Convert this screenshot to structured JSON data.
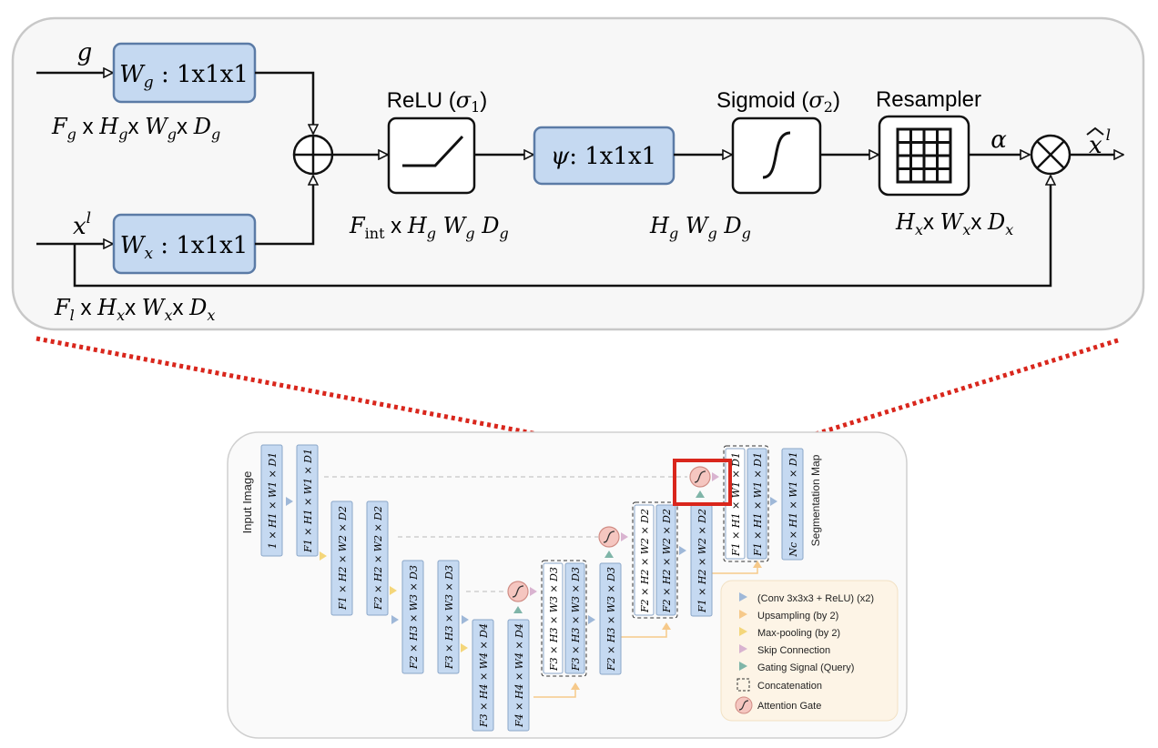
{
  "top": {
    "wg_box": "W_g : 1x1x1",
    "wx_box": "W_x : 1x1x1",
    "psi_box": "ψ: 1x1x1",
    "g_label": "g",
    "xl_label": "x^l",
    "fg_dims": "F_g x H_g x W_g x D_g",
    "fl_dims": "F_l x H_x x W_x x D_x",
    "relu_label": "ReLU (σ1)",
    "sigmoid_label": "Sigmoid (σ2)",
    "resampler_label": "Resampler",
    "fint_dims": "F_int x H_g W_g D_g",
    "hg_dims": "H_g W_g D_g",
    "hx_dims": "H_x x W_x x D_x",
    "alpha_label": "α",
    "out_label": "x̂^l"
  },
  "bottom": {
    "input_image": "Input Image",
    "segmentation_map": "Segmentation Map",
    "blocks": [
      "1 × H1 × W1 × D1",
      "F1 × H1 × W1 × D1",
      "F1 × H2 × W2 × D2",
      "F2 × H2 × W2 × D2",
      "F2 × H3 × W3 × D3",
      "F3 × H3 × W3 × D3",
      "F3 × H4 × W4 × D4",
      "F4 × H4 × W4 × D4",
      "F3 × H3 × W3 × D3",
      "F3 × H3 × W3 × D3",
      "F2 × H3 × W3 × D3",
      "F2 × H2 × W2 × D2",
      "F2 × H2 × W2 × D2",
      "F1 × H2 × W2 × D2",
      "F1 × H1 × W1 × D1",
      "F1 × H1 × W1 × D1",
      "Nc × H1 × W1 × D1"
    ],
    "legend": {
      "conv": "(Conv 3x3x3 + ReLU) (x2)",
      "upsampling": "Upsampling (by 2)",
      "maxpool": "Max-pooling (by 2)",
      "skip": "Skip Connection",
      "gating": "Gating Signal (Query)",
      "concat": "Concatenation",
      "attention": "Attention Gate"
    }
  },
  "colors": {
    "box_fill": "#c5d9f1",
    "box_stroke": "#5b7ba6",
    "connector_red": "#d9261c",
    "legend_bg": "#fdf4e6",
    "attention_fill": "#f5c6c0",
    "conv_arrow": "#9fb8d8",
    "up_arrow": "#f6c98a",
    "pool_arrow": "#f4d67a",
    "skip_arrow": "#d9b3d0",
    "gate_arrow": "#7fb5a8"
  }
}
